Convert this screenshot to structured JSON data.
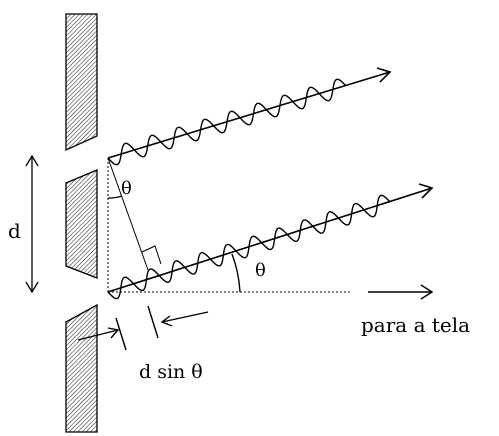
{
  "labels": {
    "d": "d",
    "theta_top": "θ",
    "theta_bottom": "θ",
    "screen": "para a tela",
    "path_difference": "d sin θ"
  },
  "colors": {
    "stroke": "#000000",
    "barrier_hatch": "#000000"
  }
}
